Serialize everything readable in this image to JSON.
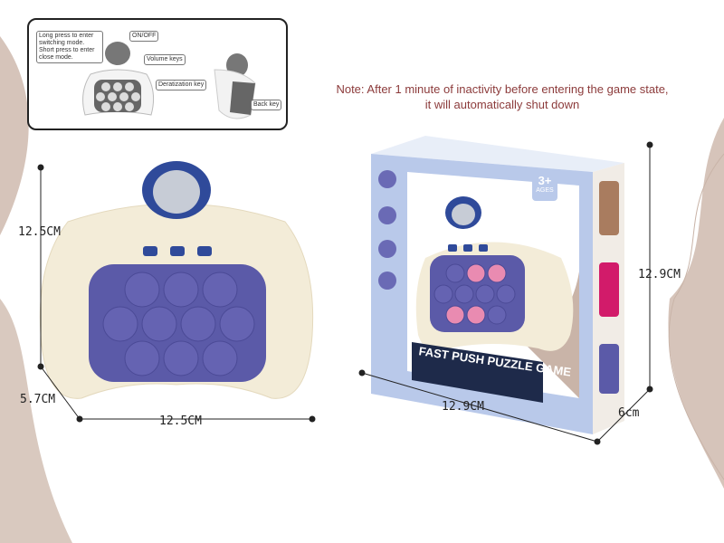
{
  "inset": {
    "callouts": {
      "mode": "Long press to enter switching mode. Short press to enter close mode.",
      "onoff": "ON/OFF",
      "volume": "Volume keys",
      "deratization": "Deratization key",
      "back": "Back key"
    }
  },
  "note": {
    "line1": "Note: After 1 minute of inactivity before entering the game state,",
    "line2": "it will automatically shut down"
  },
  "dimensions": {
    "toy_height": "12.5CM",
    "toy_depth": "5.7CM",
    "toy_width": "12.5CM",
    "box_height": "12.9CM",
    "box_width": "12.9CM",
    "box_depth": "6cm"
  },
  "box": {
    "title": "FAST PUSH PUZZLE GAME",
    "age": "3+",
    "age_sub": "AGES"
  },
  "colors": {
    "shell": "#f3ecd8",
    "panel": "#5b5aa8",
    "bubble": "#6563b2",
    "pink": "#e98bb1",
    "helmet": "#2f4a9a",
    "box_blue": "#b9c9ea",
    "blob": "#c9b4a8",
    "note": "#8c3b3b"
  }
}
